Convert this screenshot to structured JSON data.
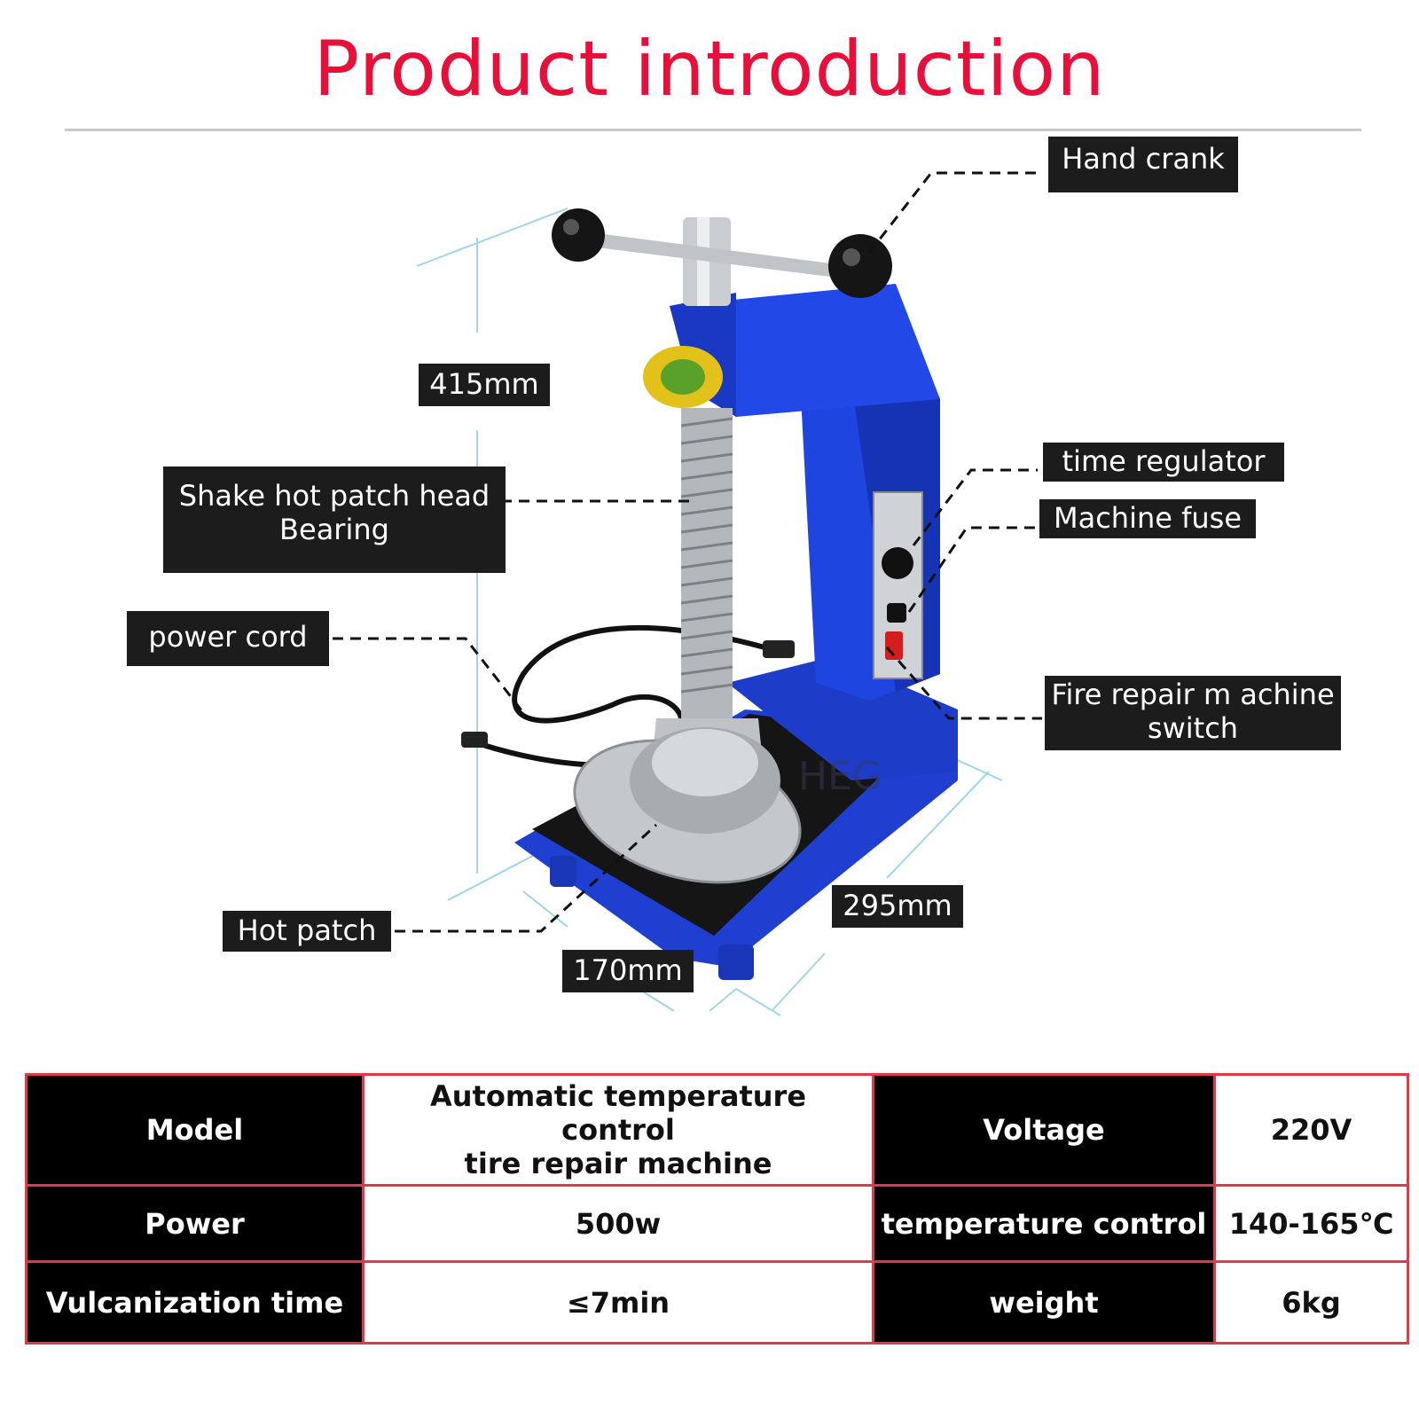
{
  "title": "Product introduction",
  "labels": {
    "hand_crank": "Hand crank",
    "height": "415mm",
    "shake_head_line1": "Shake hot patch head",
    "shake_head_line2": "Bearing",
    "power_cord": "power cord",
    "time_regulator": "time regulator",
    "machine_fuse": "Machine fuse",
    "switch_line1": "Fire repair m achine",
    "switch_line2": "switch",
    "depth": "295mm",
    "hot_patch": "Hot patch",
    "width": "170mm"
  },
  "colors": {
    "title": "#e8103a",
    "machine_blue": "#1e3fd0",
    "table_border": "#e03a4a"
  },
  "specs": {
    "rows": [
      [
        {
          "k": "Model"
        },
        {
          "v1": "Automatic temperature control",
          "v2": "tire repair machine"
        },
        {
          "k": "Voltage"
        },
        {
          "v": "220V"
        }
      ],
      [
        {
          "k": "Power"
        },
        {
          "v": "500w"
        },
        {
          "k": "temperature control"
        },
        {
          "v": "140-165℃"
        }
      ],
      [
        {
          "k": "Vulcanization time"
        },
        {
          "v": "≤7min"
        },
        {
          "k": "weight"
        },
        {
          "v": "6kg"
        }
      ]
    ]
  }
}
